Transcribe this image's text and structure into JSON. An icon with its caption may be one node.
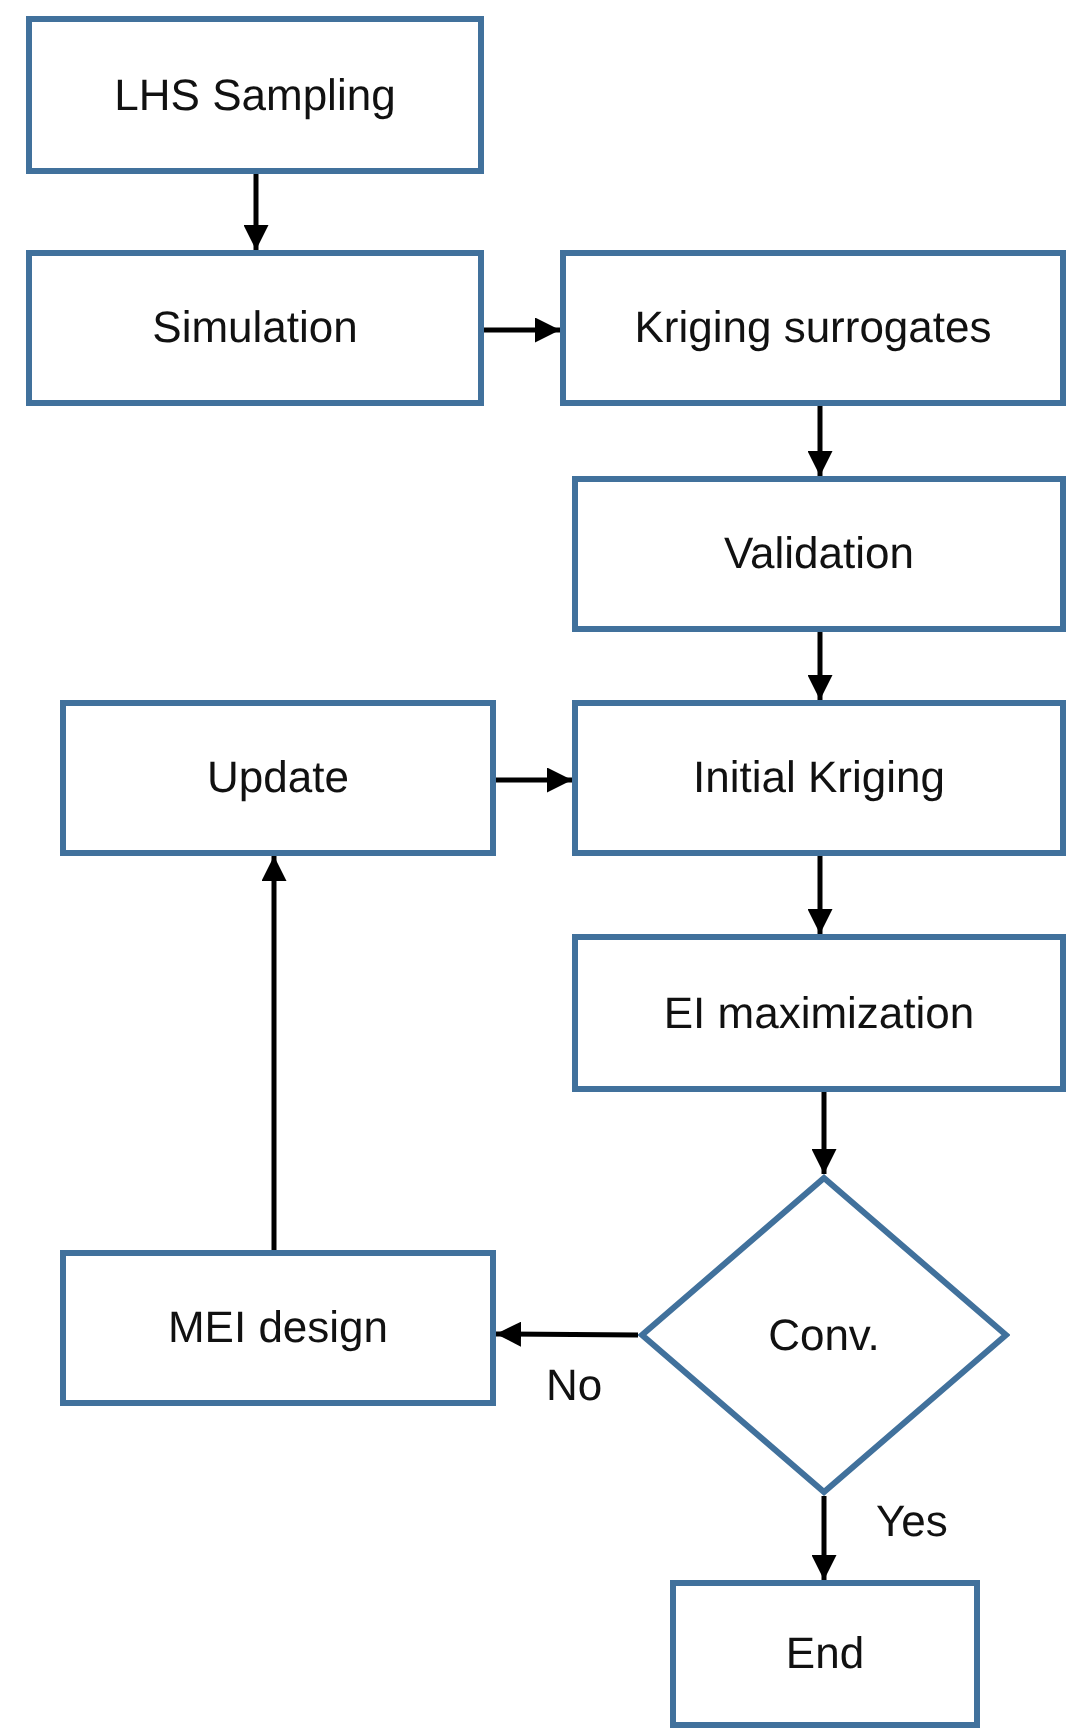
{
  "diagram": {
    "nodes": [
      {
        "text": [
          "LHS Sampling"
        ]
      },
      {
        "text": [
          "Simulation"
        ]
      },
      {
        "text": [
          "Kriging surrogates"
        ]
      },
      {
        "text": [
          "Validation"
        ]
      },
      {
        "text": [
          "Update"
        ]
      },
      {
        "text": [
          "Initial Kriging"
        ]
      },
      {
        "text": [
          "EI maximization"
        ]
      },
      {
        "text": [
          "Conv."
        ]
      },
      {
        "text": [
          "MEI design"
        ]
      },
      {
        "text": [
          "End"
        ]
      }
    ],
    "edges": [
      {
        "from": 0,
        "to": 1,
        "arrow": "to"
      },
      {
        "from": 1,
        "to": 2,
        "arrow": "to"
      },
      {
        "from": 2,
        "to": 3,
        "arrow": "to"
      },
      {
        "from": 3,
        "to": 5,
        "arrow": "to"
      },
      {
        "from": 4,
        "to": 5,
        "arrow": "to"
      },
      {
        "from": 5,
        "to": 6,
        "arrow": "to"
      },
      {
        "from": 6,
        "to": 7,
        "arrow": "to"
      },
      {
        "from": 7,
        "to": 8,
        "arrow": "to",
        "label": "No"
      },
      {
        "from": 8,
        "to": 4,
        "arrow": "to"
      },
      {
        "from": 7,
        "to": 9,
        "arrow": "to",
        "label": "Yes"
      }
    ]
  }
}
